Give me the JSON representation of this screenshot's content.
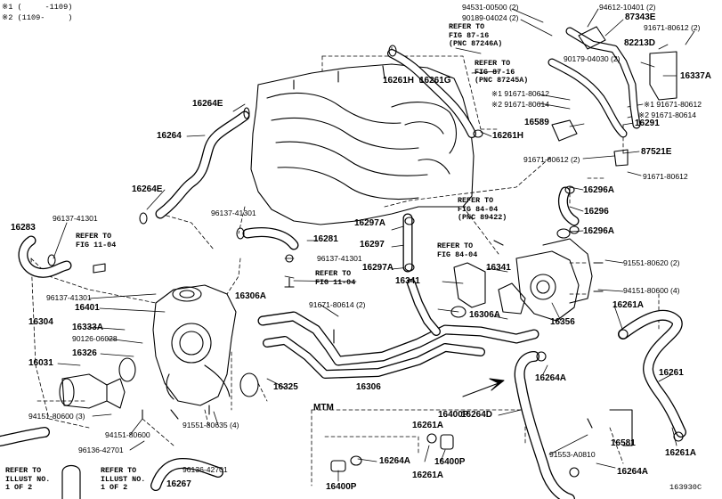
{
  "notes": [
    "※1 (     -1109)",
    "※2 (1109-     )"
  ],
  "mtm": "MTM",
  "code": "163930C",
  "refs": {
    "r87246": "REFER TO\nFIG 87-16\n(PNC 87246A)",
    "r87245": "REFER TO\nFIG 87-16\n(PNC 87245A)",
    "r89422": "REFER TO\nFIG 84-04\n(PNC 89422)",
    "r8404": "REFER TO\nFIG 84-04",
    "r1104a": "REFER TO\nFIG 11-04",
    "r1104b": "REFER TO\nFIG 11-04",
    "illust_a": "REFER TO\nILLUST NO.\n1 OF 2",
    "illust_b": "REFER TO\nILLUST NO.\n1 OF 2"
  },
  "parts": {
    "p94531": "94531-00500 (2)",
    "p94612": "94612-10401 (2)",
    "p90189": "90189-04024 (2)",
    "p87343e": "87343E",
    "p91671_top": "91671-80612 (2)",
    "p82213d": "82213D",
    "p90179": "90179-04030 (2)",
    "p16337a": "16337A",
    "p16261h_top": "16261H",
    "p16261g": "16261G",
    "p91671_s1a": "※1 91671-80612",
    "p91671_s2a": "※2 91671-80614",
    "p91671_s1b": "※1 91671-80612",
    "p91671_s2b": "※2 91671-80614",
    "p16589": "16589",
    "p16291": "16291",
    "p16264e_top": "16264E",
    "p16261h_mid": "16261H",
    "p16264": "16264",
    "p87521e": "87521E",
    "p91671_mid": "91671-80612 (2)",
    "p91671_right": "91671-80612",
    "p16296a_top": "16296A",
    "p16264e_left": "16264E",
    "p16296": "16296",
    "p96137_a": "96137-41301",
    "p96137_b": "96137-41301",
    "p16283": "16283",
    "p16297a_top": "16297A",
    "p16296a_mid": "16296A",
    "p16281": "16281",
    "p16297": "16297",
    "p96137_c": "96137-41301",
    "p91551_80620": "91551-80620 (2)",
    "p16297a_mid": "16297A",
    "p16341_a": "16341",
    "p16341_b": "16341",
    "p96137_d": "96137-41301",
    "p16306a_top": "16306A",
    "p94151_80600_4": "94151-80600 (4)",
    "p16401": "16401",
    "p91671_80614": "91671-80614 (2)",
    "p16306a_mid": "16306A",
    "p16261a_top": "16261A",
    "p16304": "16304",
    "p16333a": "16333A",
    "p16356": "16356",
    "p90126": "90126-06028",
    "p16326": "16326",
    "p16261": "16261",
    "p16031": "16031",
    "p16264a_mid": "16264A",
    "p16325": "16325",
    "p16306": "16306",
    "p16264d": "16264D",
    "p94151_80600_3": "94151-80600 (3)",
    "p94151_80600": "94151-80600",
    "p91551_80635": "91551-80635 (4)",
    "p16400p_top": "16400P",
    "p16261a_low": "16261A",
    "p16581": "16581",
    "p96136_a": "96136-42701",
    "p96136_b": "96136-42701",
    "p16264a_low": "16264A",
    "p16400p_low": "16400P",
    "p16261a_bot": "16261A",
    "p16400p_bot": "16400P",
    "p91553": "91553-A0810",
    "p16264a_right": "16264A",
    "p16267": "16267"
  }
}
